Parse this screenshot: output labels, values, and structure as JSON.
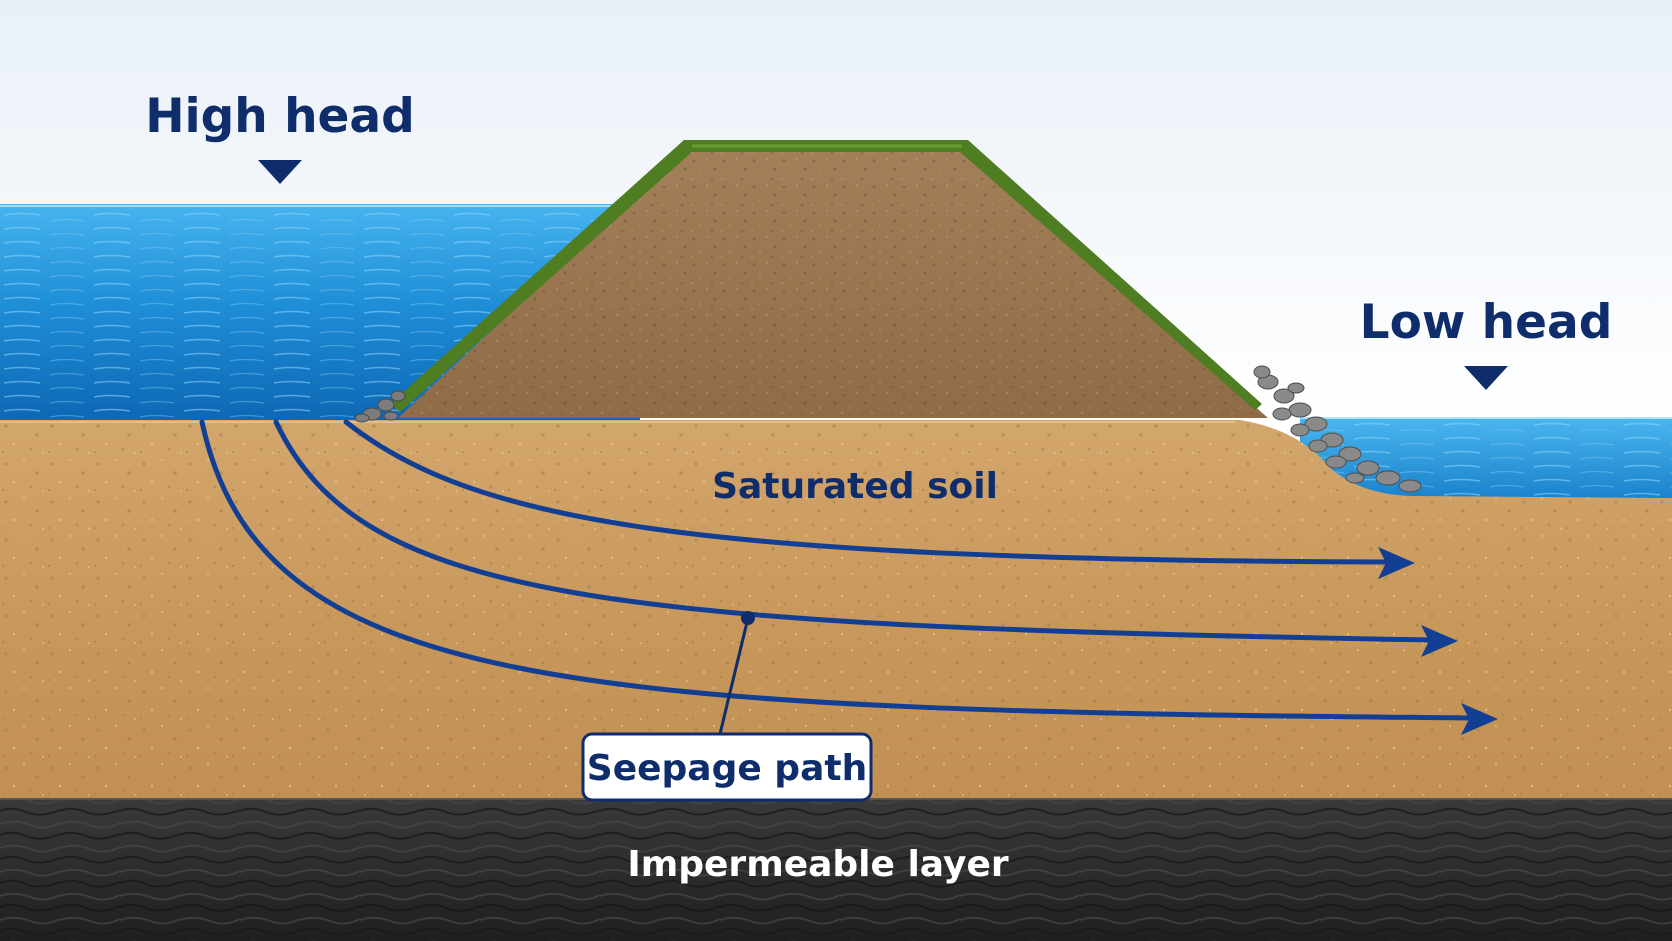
{
  "labels": {
    "high_head": "High head",
    "low_head": "Low head",
    "saturated_soil": "Saturated soil",
    "seepage_path": "Seepage path",
    "impermeable_layer": "Impermeable layer"
  },
  "colors": {
    "label_navy": "#0f2d6b",
    "flow_line": "#123f93",
    "water": "#1f8fd8",
    "soil": "#c9995c",
    "embankment": "#9b7650",
    "grass": "#4f7d22",
    "bedrock": "#2c2c2c",
    "label_white": "#ffffff"
  }
}
